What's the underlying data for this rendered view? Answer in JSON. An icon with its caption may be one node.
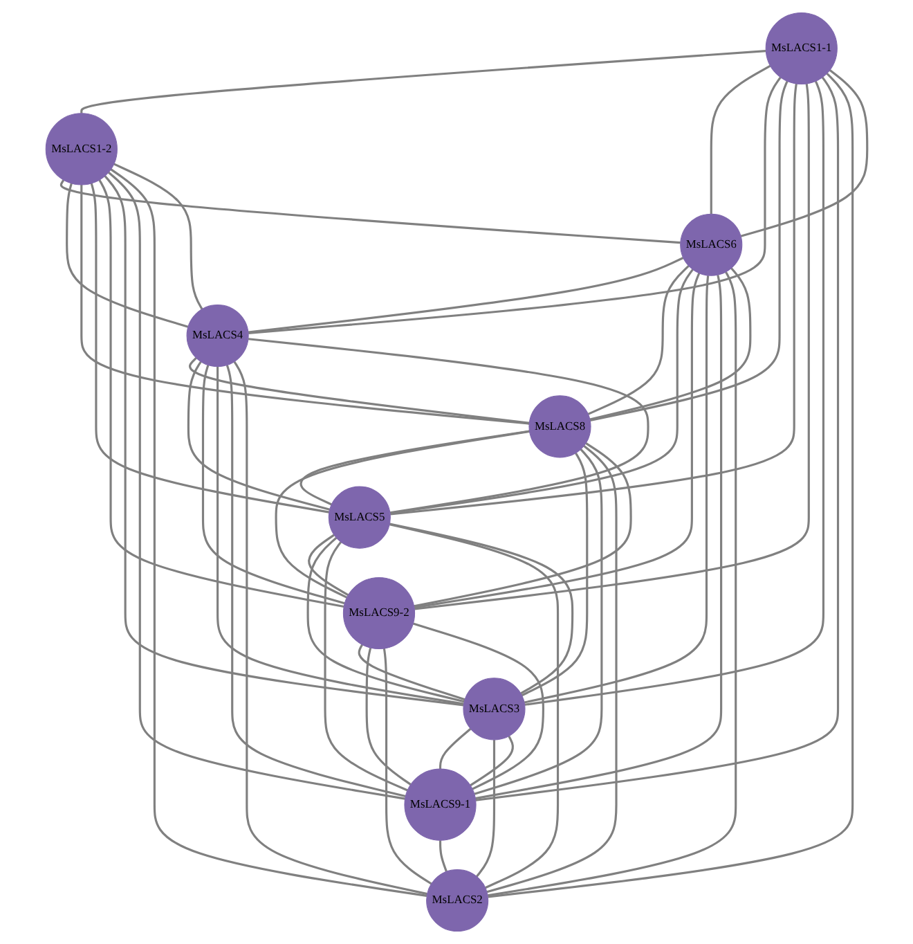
{
  "diagram": {
    "nodes": [
      {
        "text": [
          "MsLACS1-1"
        ]
      },
      {
        "text": [
          "MsLACS1-2"
        ]
      },
      {
        "text": [
          "MsLACS6"
        ]
      },
      {
        "text": [
          "MsLACS4"
        ]
      },
      {
        "text": [
          "MsLACS8"
        ]
      },
      {
        "text": [
          "MsLACS5"
        ]
      },
      {
        "text": [
          "MsLACS9-2"
        ]
      },
      {
        "text": [
          "MsLACS3"
        ]
      },
      {
        "text": [
          "MsLACS9-1"
        ]
      },
      {
        "text": [
          "MsLACS2"
        ]
      }
    ],
    "edges": [
      {
        "from": 0,
        "to": 1,
        "arrow": "none"
      },
      {
        "from": 0,
        "to": 2,
        "arrow": "none"
      },
      {
        "from": 0,
        "to": 3,
        "arrow": "none"
      },
      {
        "from": 0,
        "to": 4,
        "arrow": "none"
      },
      {
        "from": 0,
        "to": 5,
        "arrow": "none"
      },
      {
        "from": 0,
        "to": 6,
        "arrow": "none"
      },
      {
        "from": 0,
        "to": 7,
        "arrow": "none"
      },
      {
        "from": 0,
        "to": 8,
        "arrow": "none"
      },
      {
        "from": 0,
        "to": 9,
        "arrow": "none"
      },
      {
        "from": 1,
        "to": 2,
        "arrow": "none"
      },
      {
        "from": 1,
        "to": 3,
        "arrow": "none"
      },
      {
        "from": 1,
        "to": 4,
        "arrow": "none"
      },
      {
        "from": 1,
        "to": 5,
        "arrow": "none"
      },
      {
        "from": 1,
        "to": 6,
        "arrow": "none"
      },
      {
        "from": 1,
        "to": 7,
        "arrow": "none"
      },
      {
        "from": 1,
        "to": 8,
        "arrow": "none"
      },
      {
        "from": 1,
        "to": 9,
        "arrow": "none"
      },
      {
        "from": 2,
        "to": 3,
        "arrow": "none"
      },
      {
        "from": 2,
        "to": 4,
        "arrow": "none"
      },
      {
        "from": 2,
        "to": 5,
        "arrow": "none"
      },
      {
        "from": 2,
        "to": 6,
        "arrow": "none"
      },
      {
        "from": 2,
        "to": 7,
        "arrow": "none"
      },
      {
        "from": 2,
        "to": 8,
        "arrow": "none"
      },
      {
        "from": 2,
        "to": 9,
        "arrow": "none"
      },
      {
        "from": 3,
        "to": 4,
        "arrow": "none"
      },
      {
        "from": 3,
        "to": 5,
        "arrow": "none"
      },
      {
        "from": 3,
        "to": 6,
        "arrow": "none"
      },
      {
        "from": 3,
        "to": 7,
        "arrow": "none"
      },
      {
        "from": 3,
        "to": 8,
        "arrow": "none"
      },
      {
        "from": 3,
        "to": 9,
        "arrow": "none"
      },
      {
        "from": 4,
        "to": 5,
        "arrow": "none"
      },
      {
        "from": 4,
        "to": 6,
        "arrow": "none"
      },
      {
        "from": 4,
        "to": 7,
        "arrow": "none"
      },
      {
        "from": 4,
        "to": 8,
        "arrow": "none"
      },
      {
        "from": 4,
        "to": 9,
        "arrow": "none"
      },
      {
        "from": 5,
        "to": 6,
        "arrow": "none"
      },
      {
        "from": 5,
        "to": 7,
        "arrow": "none"
      },
      {
        "from": 5,
        "to": 8,
        "arrow": "none"
      },
      {
        "from": 5,
        "to": 9,
        "arrow": "none"
      },
      {
        "from": 6,
        "to": 7,
        "arrow": "none"
      },
      {
        "from": 6,
        "to": 8,
        "arrow": "none"
      },
      {
        "from": 6,
        "to": 9,
        "arrow": "none"
      },
      {
        "from": 7,
        "to": 8,
        "arrow": "none"
      },
      {
        "from": 7,
        "to": 9,
        "arrow": "none"
      },
      {
        "from": 8,
        "to": 9,
        "arrow": "none"
      },
      {
        "from": 0,
        "to": 2,
        "arrow": "none"
      },
      {
        "from": 1,
        "to": 3,
        "arrow": "none"
      },
      {
        "from": 2,
        "to": 4,
        "arrow": "none"
      },
      {
        "from": 4,
        "to": 6,
        "arrow": "none"
      },
      {
        "from": 3,
        "to": 5,
        "arrow": "none"
      },
      {
        "from": 5,
        "to": 7,
        "arrow": "none"
      },
      {
        "from": 6,
        "to": 8,
        "arrow": "none"
      },
      {
        "from": 7,
        "to": 8,
        "arrow": "none"
      }
    ]
  }
}
